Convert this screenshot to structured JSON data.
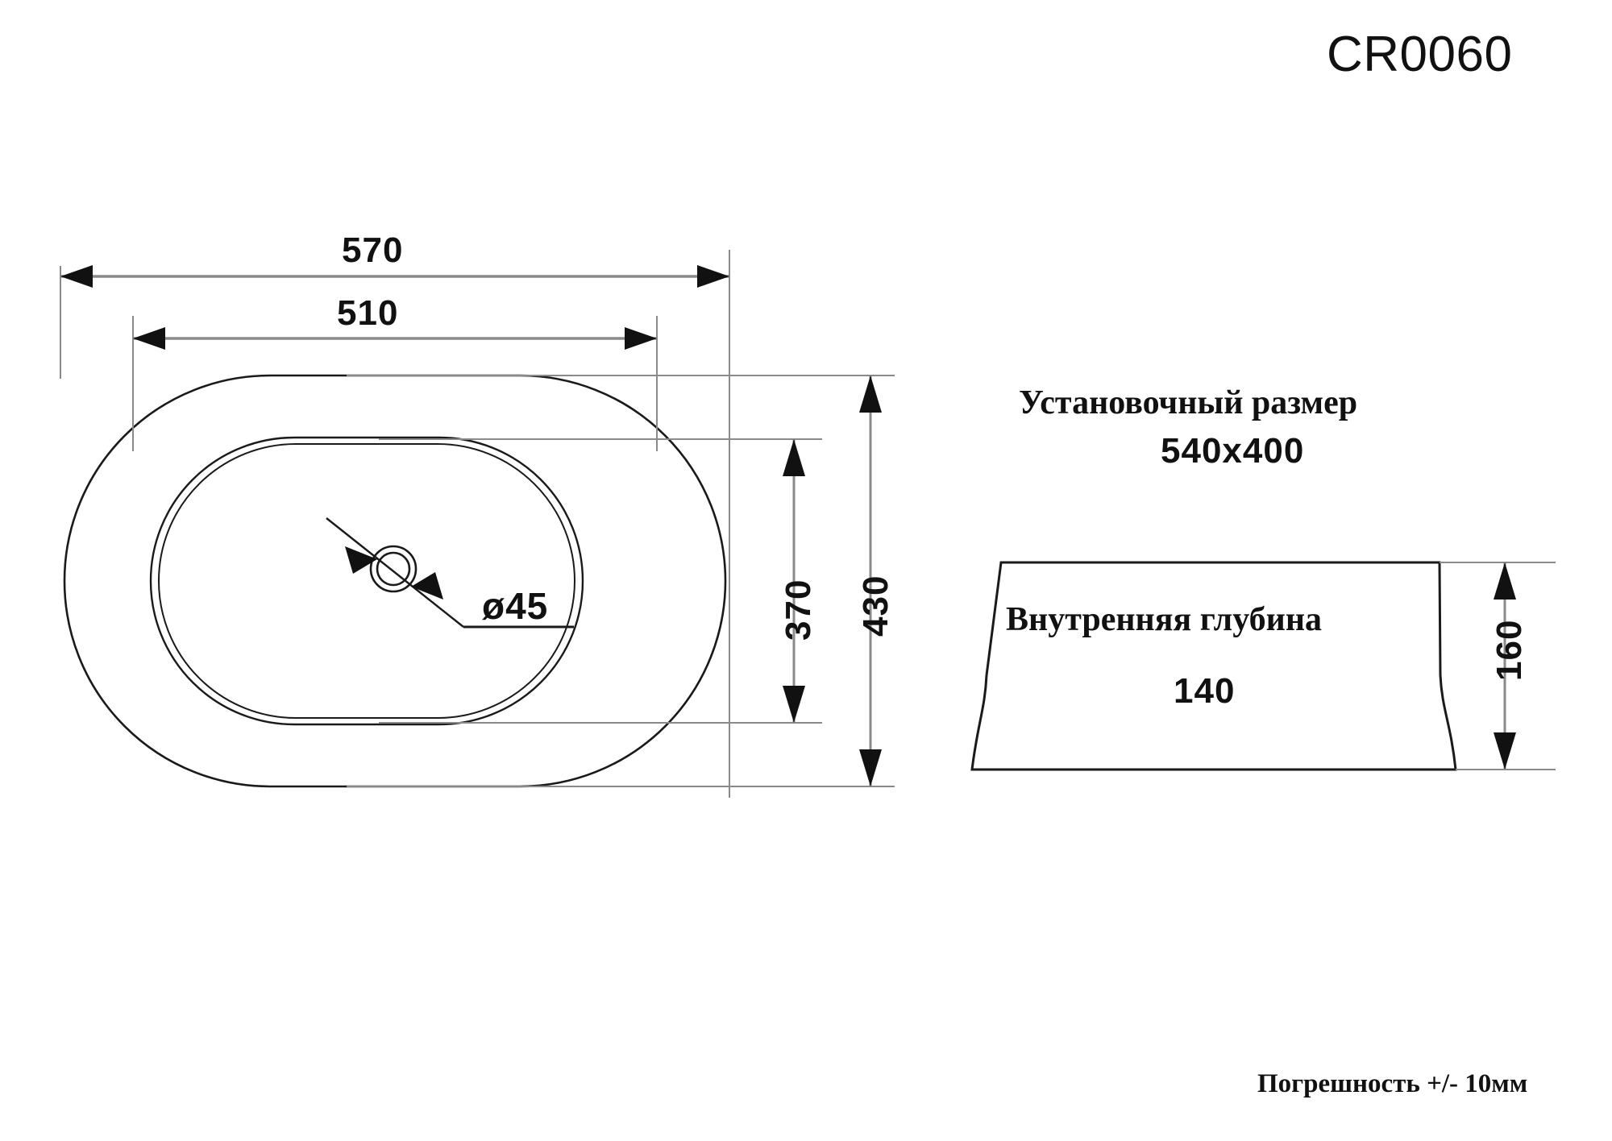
{
  "document": {
    "model_code": "CR0060",
    "units_note": "Погрешность +/- 10мм"
  },
  "top_view": {
    "name": "top-view",
    "dimensions": {
      "overall_width": "570",
      "inner_width": "510",
      "overall_depth": "430",
      "inner_depth": "370",
      "drain_hole": "ø45"
    }
  },
  "side_view": {
    "name": "side-profile-view",
    "inner_depth_label": "Внутренняя глубина",
    "inner_depth_value": "140",
    "height_dimension": "160"
  },
  "notes": {
    "install_size_label": "Установочный размер",
    "install_size_value": "540x400"
  },
  "colors": {
    "ink": "#111111",
    "dim_line": "#888888",
    "outline": "#1a1a1a",
    "background": "#ffffff"
  }
}
